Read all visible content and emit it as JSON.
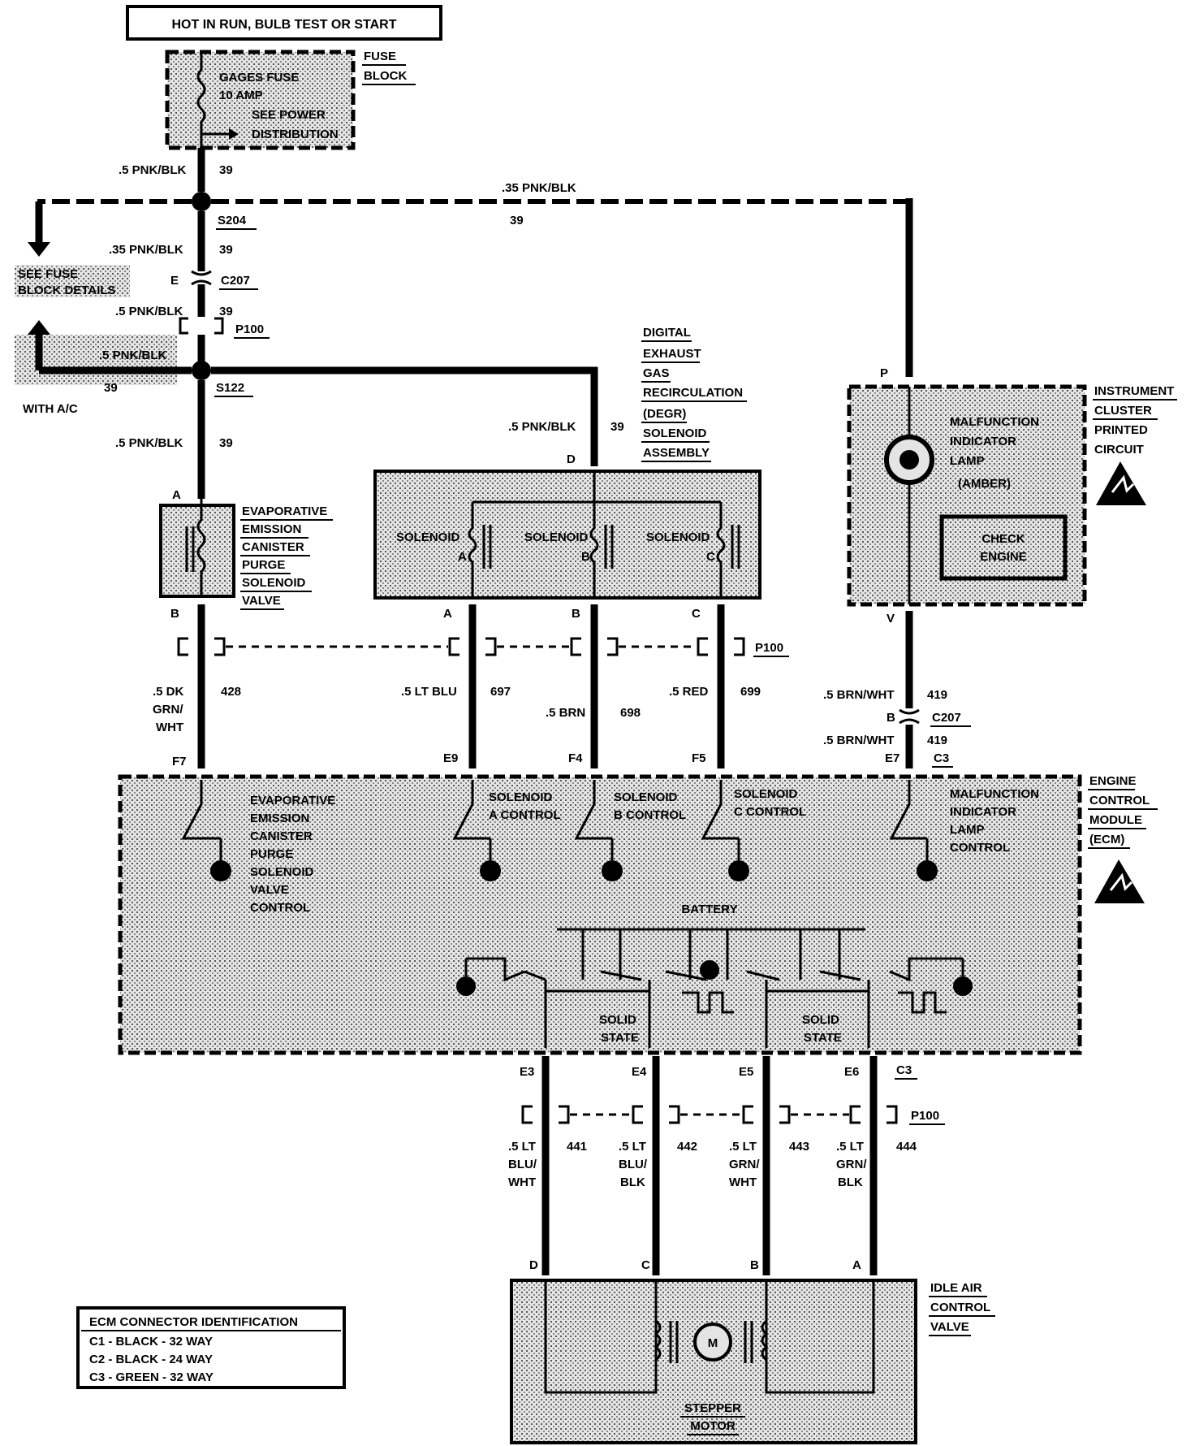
{
  "title": "HOT IN RUN, BULB TEST OR START",
  "fuse_block": {
    "name": [
      "FUSE",
      "BLOCK"
    ],
    "fuse": "GAGES FUSE",
    "rating": "10 AMP",
    "note1": "SEE POWER",
    "note2": "DISTRIBUTION"
  },
  "wires": {
    "w_top": ".5 PNK/BLK",
    "c39": "39",
    "w_branch": ".35 PNK/BLK",
    "w_upper": ".35 PNK/BLK",
    "w_c207": ".5 PNK/BLK",
    "w_ac": ".5 PNK/BLK",
    "w_s122": ".5 PNK/BLK",
    "w_degr": ".5 PNK/BLK",
    "w428_a": ".5 DK",
    "w428_b": "GRN/",
    "w428_c": "WHT",
    "c428": "428",
    "w697": ".5 LT BLU",
    "c697": "697",
    "w698": ".5 BRN",
    "c698": "698",
    "w699": ".5 RED",
    "c699": "699",
    "w419": ".5 BRN/WHT",
    "c419": "419",
    "w441": [
      ".5 LT",
      "BLU/",
      "WHT"
    ],
    "c441": "441",
    "w442": [
      ".5 LT",
      "BLU/",
      "BLK"
    ],
    "c442": "442",
    "w443": [
      ".5 LT",
      "GRN/",
      "WHT"
    ],
    "c443": "443",
    "w444": [
      ".5 LT",
      "GRN/",
      "BLK"
    ],
    "c444": "444"
  },
  "splices": {
    "s204": "S204",
    "s122": "S122"
  },
  "connectors": {
    "c207": "C207",
    "p100": "P100",
    "c3": "C3",
    "pins": {
      "E": "E",
      "A": "A",
      "B": "B",
      "C": "C",
      "D": "D",
      "P": "P",
      "V": "V",
      "F7": "F7",
      "E9": "E9",
      "F4": "F4",
      "F5": "F5",
      "E7": "E7",
      "E3": "E3",
      "E4": "E4",
      "E5": "E5",
      "E6": "E6"
    }
  },
  "side_notes": {
    "see_fuse": [
      "SEE FUSE",
      "BLOCK DETAILS"
    ],
    "with_ac": "WITH A/C"
  },
  "evap": [
    "EVAPORATIVE",
    "EMISSION",
    "CANISTER",
    "PURGE",
    "SOLENOID",
    "VALVE"
  ],
  "degr": {
    "title": [
      "DIGITAL",
      "EXHAUST",
      "GAS",
      "RECIRCULATION",
      "(DEGR)",
      "SOLENOID",
      "ASSEMBLY"
    ],
    "solenoid": "SOLENOID",
    "sa": "A",
    "sb": "B",
    "sc": "C"
  },
  "cluster": {
    "title": [
      "INSTRUMENT",
      "CLUSTER",
      "PRINTED",
      "CIRCUIT"
    ],
    "lamp": [
      "MALFUNCTION",
      "INDICATOR",
      "LAMP",
      "(AMBER)"
    ],
    "check": [
      "CHECK",
      "ENGINE"
    ]
  },
  "ecm": {
    "title": [
      "ENGINE",
      "CONTROL",
      "MODULE",
      "(ECM)"
    ],
    "evap_ctrl": [
      "EVAPORATIVE",
      "EMISSION",
      "CANISTER",
      "PURGE",
      "SOLENOID",
      "VALVE",
      "CONTROL"
    ],
    "sol_a": [
      "SOLENOID",
      "A CONTROL"
    ],
    "sol_b": [
      "SOLENOID",
      "B CONTROL"
    ],
    "sol_c": [
      "SOLENOID",
      "C CONTROL"
    ],
    "mil": [
      "MALFUNCTION",
      "INDICATOR",
      "LAMP",
      "CONTROL"
    ],
    "battery": "BATTERY",
    "solid1": [
      "SOLID",
      "STATE"
    ],
    "solid2": [
      "SOLID",
      "STATE"
    ]
  },
  "iac": {
    "title": [
      "IDLE AIR",
      "CONTROL",
      "VALVE"
    ],
    "motor": [
      "STEPPER",
      "MOTOR"
    ],
    "m": "M"
  },
  "ecm_id": {
    "title": "ECM CONNECTOR IDENTIFICATION",
    "rows": [
      "C1 - BLACK - 32 WAY",
      "C2 - BLACK - 24 WAY",
      "C3 - GREEN - 32 WAY"
    ]
  }
}
